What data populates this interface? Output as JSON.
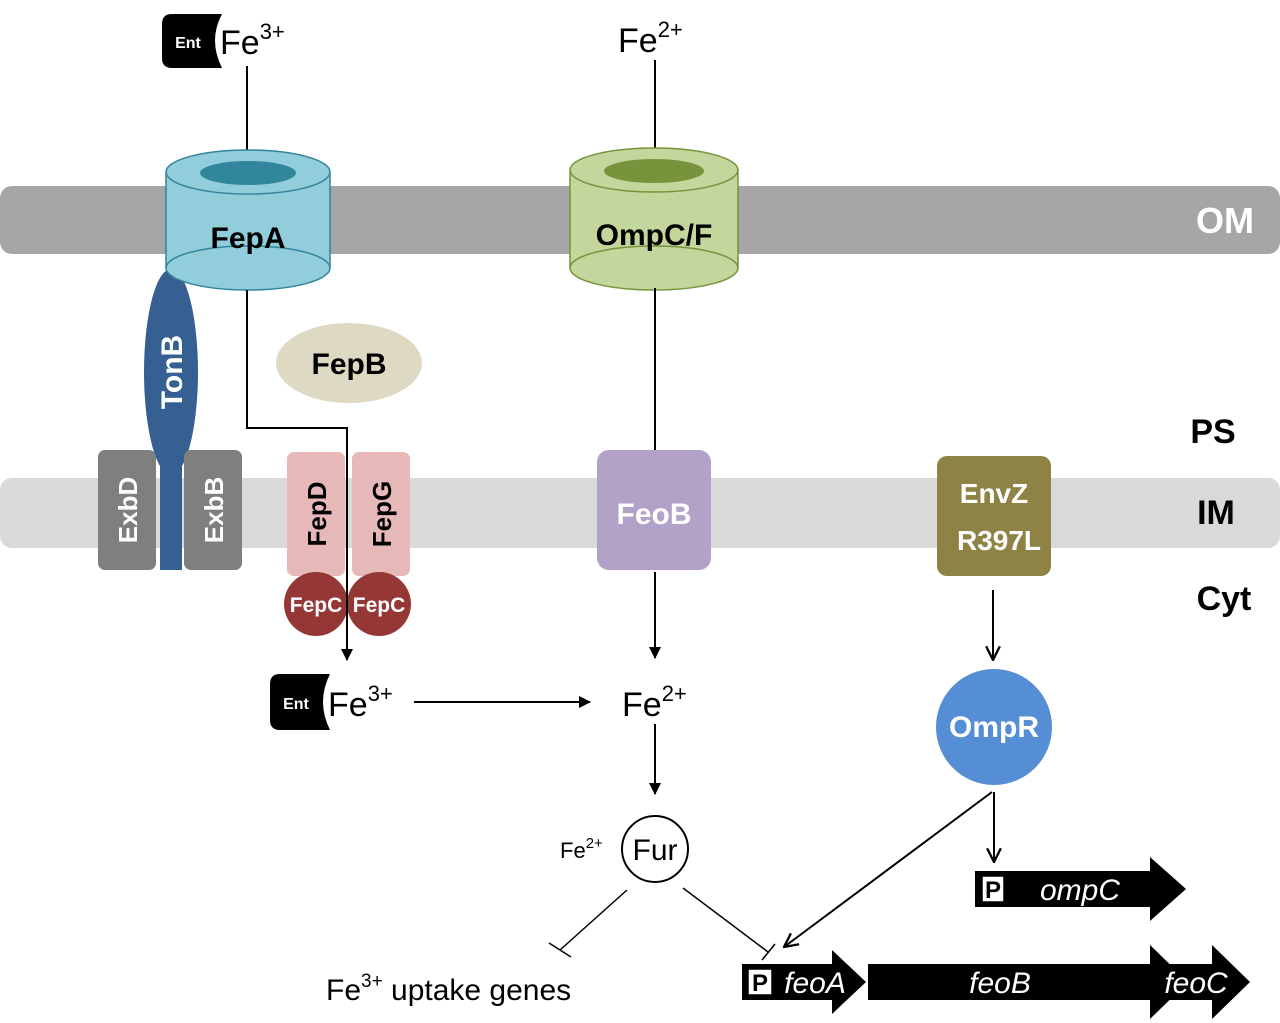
{
  "compartments": {
    "om": "OM",
    "ps": "PS",
    "im": "IM",
    "cyt": "Cyt"
  },
  "proteins": {
    "fepa": "FepA",
    "ompcf": "OmpC/F",
    "tonb": "TonB",
    "fepb": "FepB",
    "exbd": "ExbD",
    "exbb": "ExbB",
    "fepd": "FepD",
    "fepg": "FepG",
    "fepc1": "FepC",
    "fepc2": "FepC",
    "feob": "FeoB",
    "envz_line1": "EnvZ",
    "envz_line2": "R397L",
    "ompr": "OmpR",
    "fur": "Fur"
  },
  "ligands": {
    "ent_top": "Ent",
    "ent_cyt": "Ent",
    "fe3_base": "Fe",
    "fe3_sup": "3+",
    "fe2_base": "Fe",
    "fe2_sup": "2+"
  },
  "genes": {
    "uptake_prefix": "Fe",
    "uptake_sup": "3+",
    "uptake_suffix": " uptake genes",
    "promoter": "P",
    "ompc": "ompC",
    "feoa": "feoA",
    "feob": "feoB",
    "feoc": "feoC"
  },
  "colors": {
    "membrane_om": "#a6a6a6",
    "membrane_im": "#d9d9d9",
    "fepa": "#92cddc",
    "fepa_pore": "#31859c",
    "ompcf": "#c3d69b",
    "ompcf_pore": "#77933c",
    "tonb": "#376092",
    "exb": "#7f7f7f",
    "fepb": "#ddd9c3",
    "fepdg": "#e6b9b8",
    "fepc": "#953735",
    "feob": "#b3a2c7",
    "envz": "#8e8245",
    "ompr": "#558ed5"
  }
}
